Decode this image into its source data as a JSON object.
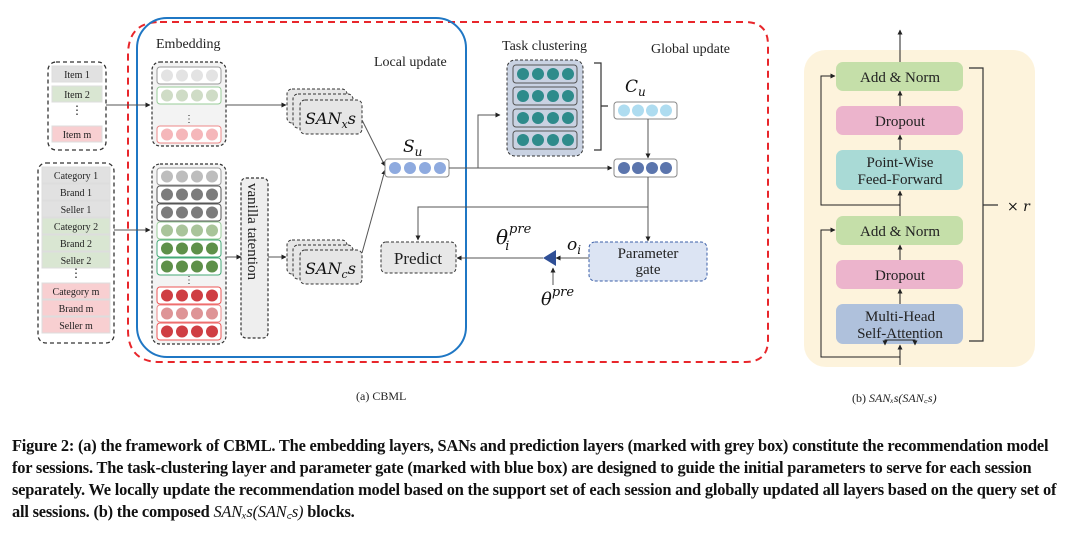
{
  "figure_a": {
    "inputs_items": [
      "Item 1",
      "Item 2",
      "⋮",
      "Item m"
    ],
    "inputs_attrs": [
      {
        "label": "Category 1",
        "group": "gray"
      },
      {
        "label": "Brand 1",
        "group": "gray"
      },
      {
        "label": "Seller  1",
        "group": "gray"
      },
      {
        "label": "Category 2",
        "group": "green"
      },
      {
        "label": "Brand 2",
        "group": "green"
      },
      {
        "label": "Seller 2",
        "group": "green"
      },
      {
        "label": "Category m",
        "group": "red"
      },
      {
        "label": "Brand m",
        "group": "red"
      },
      {
        "label": "Seller m",
        "group": "red"
      }
    ],
    "embedding_label": "Embedding",
    "local_update_label": "Local update",
    "global_update_label": "Global update",
    "task_clustering_label": "Task clustering",
    "vanilla_attention_label": "vanilla tatention",
    "san_x_label": "SAN",
    "san_x_sub": "x",
    "san_c_label": "SAN",
    "san_c_sub": "c",
    "san_suffix": "s",
    "s_u_label": "S",
    "s_u_sub": "u",
    "c_u_label": "C",
    "c_u_sub": "u",
    "predict_label": "Predict",
    "parameter_gate_label": [
      "Parameter",
      "gate"
    ],
    "theta_i_pre": {
      "base": "θ",
      "sub": "i",
      "sup": "pre"
    },
    "o_i": {
      "base": "o",
      "sub": "i"
    },
    "theta_pre": {
      "base": "θ",
      "sup": "pre"
    },
    "subcaption": "(a)  CBML"
  },
  "figure_b": {
    "blocks": [
      {
        "label": [
          "Add & Norm"
        ],
        "kind": "addnorm"
      },
      {
        "label": [
          "Dropout"
        ],
        "kind": "dropout"
      },
      {
        "label": [
          "Point-Wise",
          "Feed-Forward"
        ],
        "kind": "ffn"
      },
      {
        "label": [
          "Add & Norm"
        ],
        "kind": "addnorm"
      },
      {
        "label": [
          "Dropout"
        ],
        "kind": "dropout"
      },
      {
        "label": [
          "Multi-Head",
          "Self-Attention"
        ],
        "kind": "attn"
      }
    ],
    "repeat_label": "× r",
    "subcaption_prefix": "(b)  ",
    "subcaption_math": "SANₓs(SAN꜀s)"
  },
  "colors": {
    "red_dash": "#e8262b",
    "blue_outline": "#1f77c4",
    "gray_fill": "#e1e1e1",
    "green_fill": "#d9e6d2",
    "red_fill": "#f8cfd1",
    "teal_dot": "#2e8b8b",
    "s_u_dot": "#8eaadf",
    "c_u_dot": "#aedcf0",
    "combined_dot": "#5b75ad",
    "param_gate_fill": "#dce4f3",
    "panel_b_bg": "#fdf3dc",
    "addnorm": "#c5dfa9",
    "dropout": "#ecb4cc",
    "ffn": "#a9dad6",
    "attn": "#afc1dc"
  },
  "caption": {
    "text": "Figure 2: (a) the framework of CBML. The embedding layers, SANs and prediction layers (marked with grey box) constitute the recommendation model for sessions. The task-clustering layer and parameter gate (marked with blue box) are designed to guide the initial parameters to serve for each session separately. We locally update the recommendation model based on the support set of each session and globally updated all layers based on the query set of all sessions. (b) the composed ",
    "math": "SANₓs(SAN꜀s)",
    "tail": " blocks."
  }
}
